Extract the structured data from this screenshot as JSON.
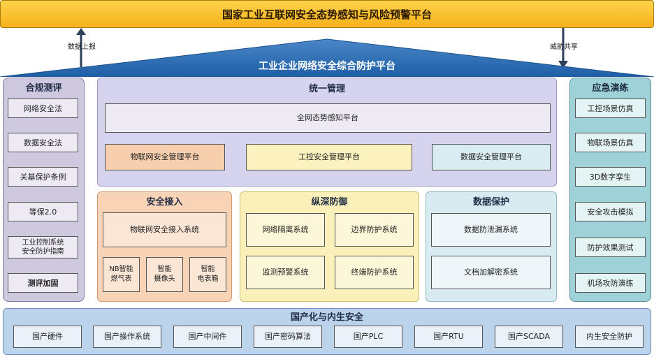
{
  "top_banner": {
    "title": "国家工业互联网安全态势感知与风险预警平台"
  },
  "arrows": {
    "left_label": "数据上报",
    "right_label": "威胁共享"
  },
  "roof": {
    "title": "工业企业网络安全综合防护平台"
  },
  "left_column": {
    "title": "合规测评",
    "items": [
      "网络安全法",
      "数据安全法",
      "关基保护条例",
      "等保2.0",
      "工业控制系统\n安全防护指南",
      "测评加固"
    ]
  },
  "right_column": {
    "title": "应急演练",
    "items": [
      "工控场景仿真",
      "物联场景仿真",
      "3D数字孪生",
      "安全攻击模拟",
      "防护效果测试",
      "机场攻防演练"
    ]
  },
  "unified": {
    "title": "统一管理",
    "full_platform": "全网态势感知平台",
    "sub_platforms": [
      "物联网安全管理平台",
      "工控安全管理平台",
      "数据安全管理平台"
    ]
  },
  "secure_access": {
    "title": "安全接入",
    "main_item": "物联网安全接入系统",
    "sub_items": [
      "NB智能\n燃气表",
      "智能\n摄像头",
      "智能\n电表箱"
    ]
  },
  "defense": {
    "title": "纵深防御",
    "items": [
      "网络隔离系统",
      "边界防护系统",
      "监测预警系统",
      "终端防护系统"
    ]
  },
  "data_protection": {
    "title": "数据保护",
    "items": [
      "数据防泄漏系统",
      "文档加解密系统"
    ]
  },
  "localization": {
    "title": "国产化与内生安全",
    "items": [
      "国产硬件",
      "国产操作系统",
      "国产中间件",
      "国产密码算法",
      "国产PLC",
      "国产RTU",
      "国产SCADA",
      "内生安全防护"
    ]
  }
}
